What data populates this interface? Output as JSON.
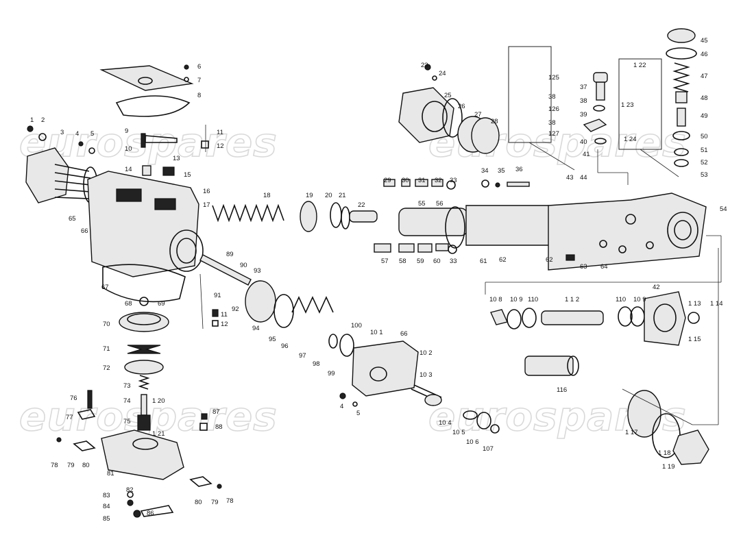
{
  "watermark": "eurospares",
  "labels": [
    {
      "id": "l1",
      "text": "1"
    },
    {
      "id": "l2",
      "text": "2"
    },
    {
      "id": "l3",
      "text": "3"
    },
    {
      "id": "l4a",
      "text": "4"
    },
    {
      "id": "l5a",
      "text": "5"
    },
    {
      "id": "l6",
      "text": "6"
    },
    {
      "id": "l7",
      "text": "7"
    },
    {
      "id": "l8",
      "text": "8"
    },
    {
      "id": "l9",
      "text": "9"
    },
    {
      "id": "l10",
      "text": "10"
    },
    {
      "id": "l11a",
      "text": "11"
    },
    {
      "id": "l12a",
      "text": "12"
    },
    {
      "id": "l13",
      "text": "13"
    },
    {
      "id": "l14",
      "text": "14"
    },
    {
      "id": "l15",
      "text": "15"
    },
    {
      "id": "l16",
      "text": "16"
    },
    {
      "id": "l17",
      "text": "17"
    },
    {
      "id": "l18",
      "text": "18"
    },
    {
      "id": "l19",
      "text": "19"
    },
    {
      "id": "l20",
      "text": "20"
    },
    {
      "id": "l21",
      "text": "21"
    },
    {
      "id": "l22",
      "text": "22"
    },
    {
      "id": "l23",
      "text": "23"
    },
    {
      "id": "l24",
      "text": "24"
    },
    {
      "id": "l25",
      "text": "25"
    },
    {
      "id": "l26",
      "text": "26"
    },
    {
      "id": "l27",
      "text": "27"
    },
    {
      "id": "l28",
      "text": "28"
    },
    {
      "id": "l29",
      "text": "29"
    },
    {
      "id": "l30",
      "text": "30"
    },
    {
      "id": "l31",
      "text": "31"
    },
    {
      "id": "l32",
      "text": "32"
    },
    {
      "id": "l33a",
      "text": "33"
    },
    {
      "id": "l33b",
      "text": "33"
    },
    {
      "id": "l34",
      "text": "34"
    },
    {
      "id": "l35",
      "text": "35"
    },
    {
      "id": "l36",
      "text": "36"
    },
    {
      "id": "l37",
      "text": "37"
    },
    {
      "id": "l38a",
      "text": "38"
    },
    {
      "id": "l38b",
      "text": "38"
    },
    {
      "id": "l38c",
      "text": "38"
    },
    {
      "id": "l39",
      "text": "39"
    },
    {
      "id": "l40",
      "text": "40"
    },
    {
      "id": "l41",
      "text": "41"
    },
    {
      "id": "l42",
      "text": "42"
    },
    {
      "id": "l43",
      "text": "43"
    },
    {
      "id": "l44",
      "text": "44"
    },
    {
      "id": "l45",
      "text": "45"
    },
    {
      "id": "l46",
      "text": "46"
    },
    {
      "id": "l47",
      "text": "47"
    },
    {
      "id": "l48",
      "text": "48"
    },
    {
      "id": "l49",
      "text": "49"
    },
    {
      "id": "l50",
      "text": "50"
    },
    {
      "id": "l51",
      "text": "51"
    },
    {
      "id": "l52",
      "text": "52"
    },
    {
      "id": "l53",
      "text": "53"
    },
    {
      "id": "l54",
      "text": "54"
    },
    {
      "id": "l55",
      "text": "55"
    },
    {
      "id": "l56",
      "text": "56"
    },
    {
      "id": "l57",
      "text": "57"
    },
    {
      "id": "l58",
      "text": "58"
    },
    {
      "id": "l59",
      "text": "59"
    },
    {
      "id": "l60",
      "text": "60"
    },
    {
      "id": "l61",
      "text": "61"
    },
    {
      "id": "l62a",
      "text": "62"
    },
    {
      "id": "l62b",
      "text": "62"
    },
    {
      "id": "l63",
      "text": "63"
    },
    {
      "id": "l64",
      "text": "64"
    },
    {
      "id": "l65",
      "text": "65"
    },
    {
      "id": "l66a",
      "text": "66"
    },
    {
      "id": "l66b",
      "text": "66"
    },
    {
      "id": "l67",
      "text": "67"
    },
    {
      "id": "l68",
      "text": "68"
    },
    {
      "id": "l69",
      "text": "69"
    },
    {
      "id": "l70",
      "text": "70"
    },
    {
      "id": "l71",
      "text": "71"
    },
    {
      "id": "l72",
      "text": "72"
    },
    {
      "id": "l73",
      "text": "73"
    },
    {
      "id": "l74",
      "text": "74"
    },
    {
      "id": "l75",
      "text": "75"
    },
    {
      "id": "l76",
      "text": "76"
    },
    {
      "id": "l77",
      "text": "77"
    },
    {
      "id": "l78a",
      "text": "78"
    },
    {
      "id": "l78b",
      "text": "78"
    },
    {
      "id": "l79a",
      "text": "79"
    },
    {
      "id": "l79b",
      "text": "79"
    },
    {
      "id": "l80a",
      "text": "80"
    },
    {
      "id": "l80b",
      "text": "80"
    },
    {
      "id": "l81",
      "text": "81"
    },
    {
      "id": "l82",
      "text": "82"
    },
    {
      "id": "l83",
      "text": "83"
    },
    {
      "id": "l84",
      "text": "84"
    },
    {
      "id": "l85",
      "text": "85"
    },
    {
      "id": "l86",
      "text": "86"
    },
    {
      "id": "l87",
      "text": "87"
    },
    {
      "id": "l88",
      "text": "88"
    },
    {
      "id": "l89",
      "text": "89"
    },
    {
      "id": "l90",
      "text": "90"
    },
    {
      "id": "l91",
      "text": "91"
    },
    {
      "id": "l92",
      "text": "92"
    },
    {
      "id": "l93",
      "text": "93"
    },
    {
      "id": "l94",
      "text": "94"
    },
    {
      "id": "l95",
      "text": "95"
    },
    {
      "id": "l96",
      "text": "96"
    },
    {
      "id": "l97",
      "text": "97"
    },
    {
      "id": "l98",
      "text": "98"
    },
    {
      "id": "l99",
      "text": "99"
    },
    {
      "id": "l100",
      "text": "100"
    },
    {
      "id": "l101",
      "text": "10 1"
    },
    {
      "id": "l102",
      "text": "10 2"
    },
    {
      "id": "l103",
      "text": "10 3"
    },
    {
      "id": "l104",
      "text": "10 4"
    },
    {
      "id": "l105",
      "text": "10 5"
    },
    {
      "id": "l106",
      "text": "10 6"
    },
    {
      "id": "l107",
      "text": "107"
    },
    {
      "id": "l108",
      "text": "10 8"
    },
    {
      "id": "l109a",
      "text": "10 9"
    },
    {
      "id": "l109b",
      "text": "10 9"
    },
    {
      "id": "l110a",
      "text": "110"
    },
    {
      "id": "l110b",
      "text": "110"
    },
    {
      "id": "l112",
      "text": "1 1 2"
    },
    {
      "id": "l113",
      "text": "1 13"
    },
    {
      "id": "l114",
      "text": "1 14"
    },
    {
      "id": "l115",
      "text": "1 15"
    },
    {
      "id": "l116",
      "text": "116"
    },
    {
      "id": "l117",
      "text": "1 17"
    },
    {
      "id": "l118",
      "text": "1 18"
    },
    {
      "id": "l119",
      "text": "1 19"
    },
    {
      "id": "l120",
      "text": "1 20"
    },
    {
      "id": "l121",
      "text": "1 21"
    },
    {
      "id": "l122",
      "text": "1 22"
    },
    {
      "id": "l123",
      "text": "1 23"
    },
    {
      "id": "l124",
      "text": "1 24"
    },
    {
      "id": "l125",
      "text": "125"
    },
    {
      "id": "l126",
      "text": "126"
    },
    {
      "id": "l127",
      "text": "127"
    },
    {
      "id": "l4b",
      "text": "4"
    },
    {
      "id": "l5b",
      "text": "5"
    },
    {
      "id": "l11b",
      "text": "11"
    },
    {
      "id": "l12b",
      "text": "12"
    }
  ]
}
